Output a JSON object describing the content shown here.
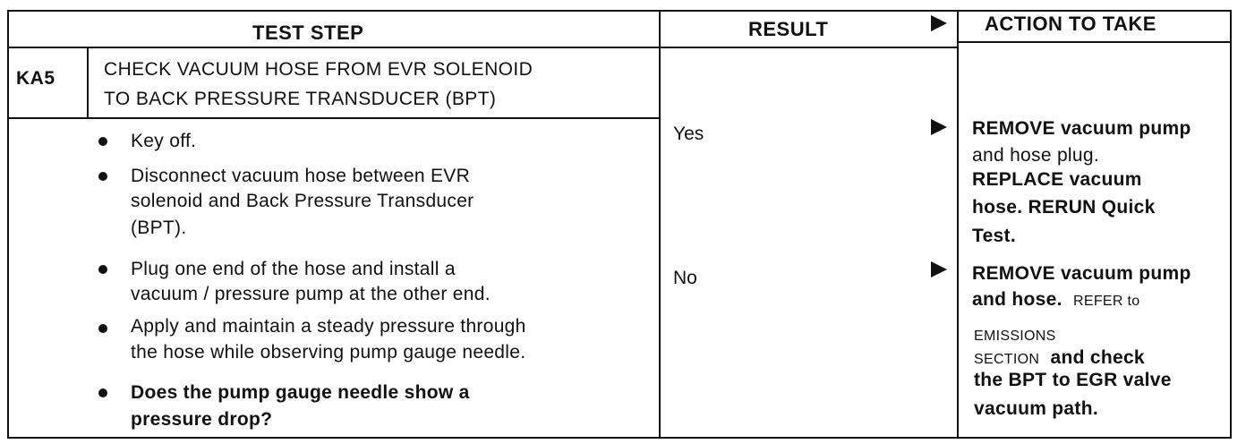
{
  "header": {
    "test_step": "TEST STEP",
    "result": "RESULT",
    "action": "ACTION TO TAKE"
  },
  "step": {
    "code": "KA5",
    "title_line1": "CHECK VACUUM HOSE FROM EVR SOLENOID",
    "title_line2": "TO BACK PRESSURE TRANSDUCER (BPT)"
  },
  "instructions": [
    {
      "lines": [
        "Key off."
      ],
      "bold": false
    },
    {
      "lines": [
        "Disconnect vacuum hose between EVR",
        "solenoid and Back Pressure Transducer",
        "(BPT)."
      ],
      "bold": false
    },
    {
      "lines": [
        "Plug one end of the hose and install a",
        "vacuum / pressure pump at the other end."
      ],
      "bold": false
    },
    {
      "lines": [
        "Apply and maintain a steady pressure through",
        "the hose while observing pump gauge needle."
      ],
      "bold": false
    },
    {
      "lines": [
        "Does the pump gauge needle show a",
        "pressure drop?"
      ],
      "bold": true
    }
  ],
  "results": [
    {
      "answer": "Yes",
      "action_lines": [
        "REMOVE vacuum pump",
        "and hose plug.",
        "REPLACE vacuum",
        "hose. RERUN Quick",
        "Test."
      ]
    },
    {
      "answer": "No",
      "action": {
        "l1": "REMOVE vacuum pump",
        "l2a": "and hose.",
        "l2b": "REFER to",
        "l3": "EMISSIONS",
        "l4a": "SECTION",
        "l4b": "and check",
        "l5": "the BPT to EGR valve",
        "l6": "vacuum path."
      }
    }
  ]
}
